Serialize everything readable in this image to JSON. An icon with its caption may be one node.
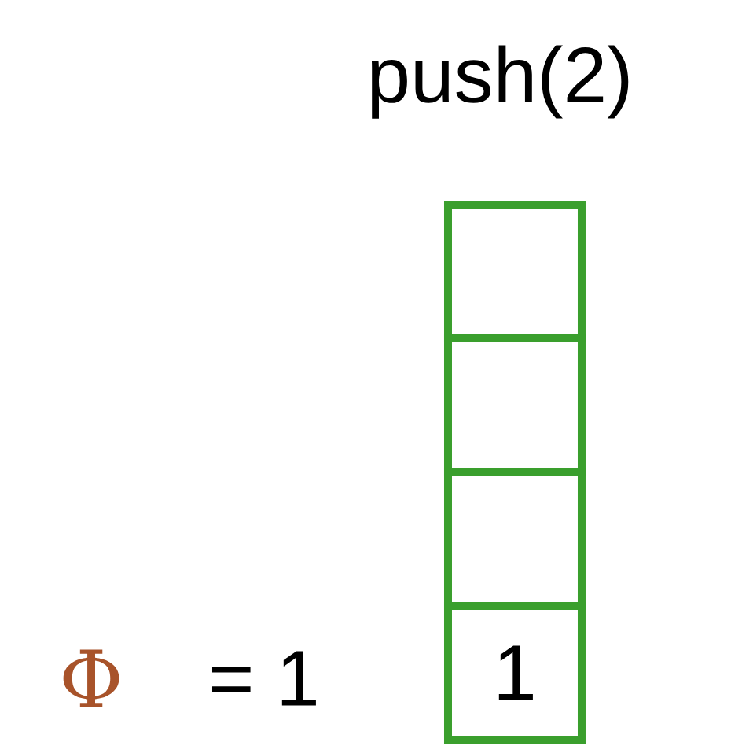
{
  "diagram": {
    "title": "push(2)",
    "nodes": [
      {
        "text": [],
        "shape": "box"
      },
      {
        "text": [],
        "shape": "box"
      },
      {
        "text": [],
        "shape": "box"
      },
      {
        "text": [
          "1"
        ]
      }
    ],
    "labels": [
      "Φ",
      "= 1"
    ]
  }
}
